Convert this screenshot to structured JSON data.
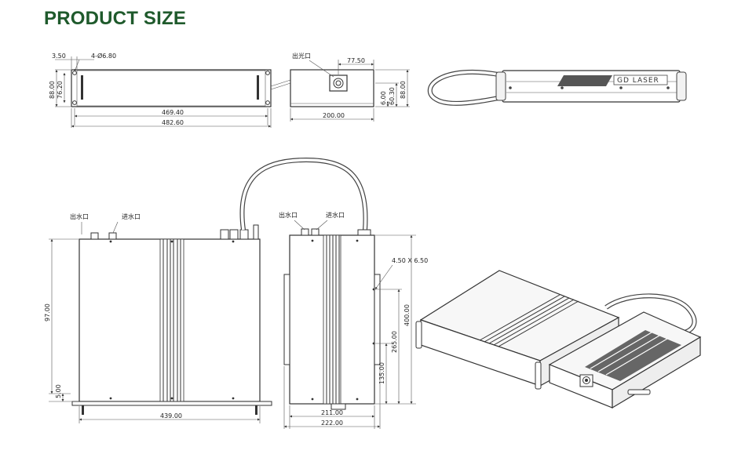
{
  "header": {
    "title": "PRODUCT SIZE"
  },
  "views": {
    "front": {
      "hole_offset": "3.50",
      "hole_spec": "4-Ø6.80",
      "height_outer": "88.00",
      "height_inner": "76.20",
      "width_inner": "469.40",
      "width_outer": "482.60"
    },
    "head_front": {
      "beam_outlet": "出光口",
      "outlet_offset": "77.50",
      "height_a": "6.00",
      "height_b": "60.30",
      "height_c": "88.00",
      "width": "200.00"
    },
    "render_top": {
      "brand": "GD LASER"
    },
    "top": {
      "water_out": "出水口",
      "water_in": "进水口",
      "depth": "97.00",
      "bottom_offset": "5.00",
      "width": "439.00"
    },
    "head_top": {
      "water_out": "出水口",
      "water_in": "进水口",
      "slot": "4.50 X 6.50",
      "length": "400.00",
      "hole_upper": "265.00",
      "hole_lower": "135.00",
      "width_inner": "211.00",
      "width_outer": "222.00"
    }
  }
}
